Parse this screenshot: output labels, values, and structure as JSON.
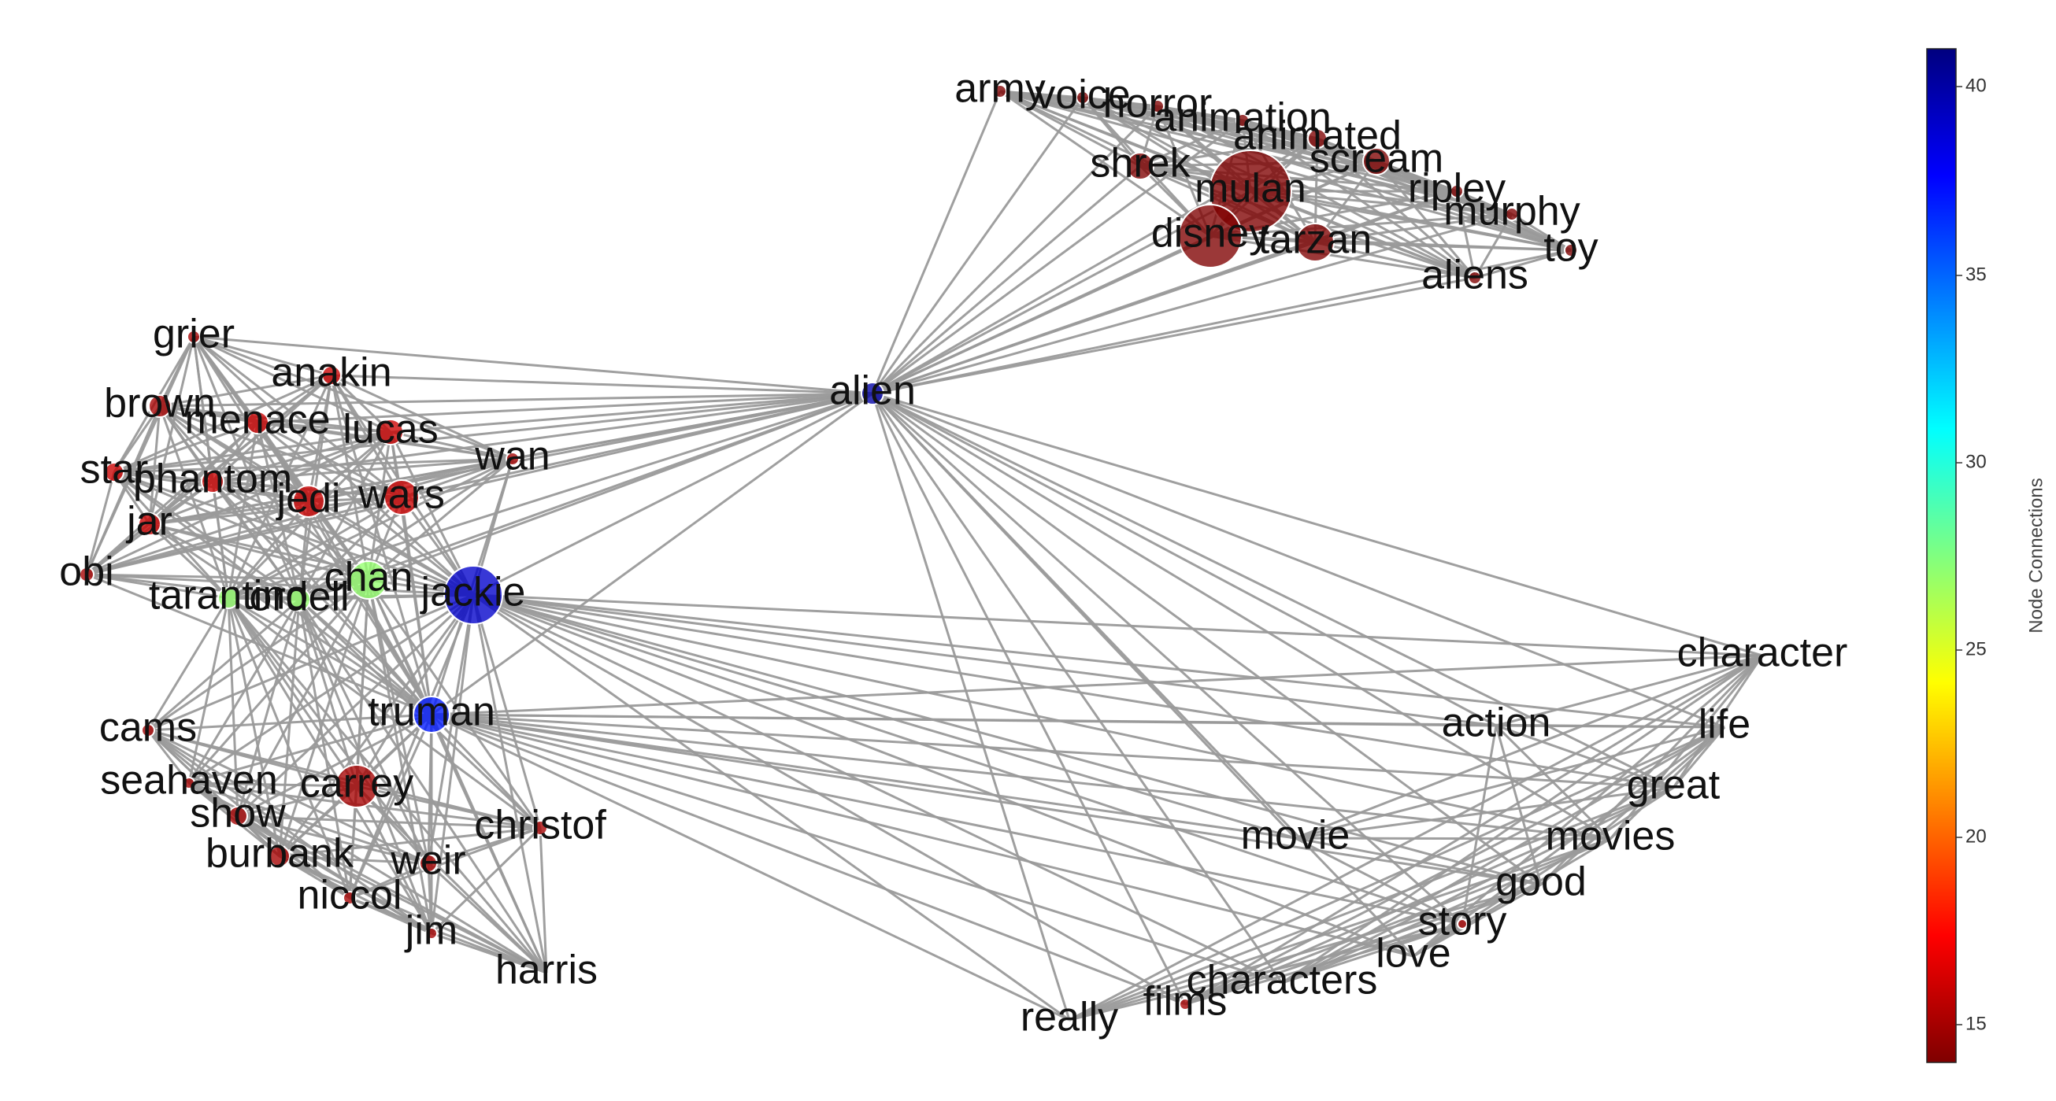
{
  "graph": {
    "edge_color": "#9a9a9a",
    "nodes": [
      {
        "id": "army",
        "label": "army",
        "connections": 14
      },
      {
        "id": "voice",
        "label": "voice",
        "connections": 14
      },
      {
        "id": "horror",
        "label": "horror",
        "connections": 14
      },
      {
        "id": "animation",
        "label": "animation",
        "connections": 14
      },
      {
        "id": "animated",
        "label": "animated",
        "connections": 14
      },
      {
        "id": "scream",
        "label": "scream",
        "connections": 14
      },
      {
        "id": "shrek",
        "label": "shrek",
        "connections": 14
      },
      {
        "id": "mulan",
        "label": "mulan",
        "connections": 14
      },
      {
        "id": "ripley",
        "label": "ripley",
        "connections": 14
      },
      {
        "id": "murphy",
        "label": "murphy",
        "connections": 14
      },
      {
        "id": "disney",
        "label": "disney",
        "connections": 14
      },
      {
        "id": "tarzan",
        "label": "tarzan",
        "connections": 14
      },
      {
        "id": "toy",
        "label": "toy",
        "connections": 14
      },
      {
        "id": "aliens",
        "label": "aliens",
        "connections": 14
      },
      {
        "id": "alien",
        "label": "alien",
        "connections": 40
      },
      {
        "id": "grier",
        "label": "grier",
        "connections": 15
      },
      {
        "id": "anakin",
        "label": "anakin",
        "connections": 16
      },
      {
        "id": "brown",
        "label": "brown",
        "connections": 15
      },
      {
        "id": "menace",
        "label": "menace",
        "connections": 16
      },
      {
        "id": "lucas",
        "label": "lucas",
        "connections": 16
      },
      {
        "id": "wan",
        "label": "wan",
        "connections": 15
      },
      {
        "id": "star",
        "label": "star",
        "connections": 16
      },
      {
        "id": "phantom",
        "label": "phantom",
        "connections": 16
      },
      {
        "id": "jedi",
        "label": "jedi",
        "connections": 16
      },
      {
        "id": "wars",
        "label": "wars",
        "connections": 16
      },
      {
        "id": "jar",
        "label": "jar",
        "connections": 16
      },
      {
        "id": "obi",
        "label": "obi",
        "connections": 15
      },
      {
        "id": "chan",
        "label": "chan",
        "connections": 27
      },
      {
        "id": "jackie",
        "label": "jackie",
        "connections": 39
      },
      {
        "id": "tarantino",
        "label": "tarantino",
        "connections": 27
      },
      {
        "id": "ordell",
        "label": "ordell",
        "connections": 27
      },
      {
        "id": "truman",
        "label": "truman",
        "connections": 37
      },
      {
        "id": "cams",
        "label": "cams",
        "connections": 15
      },
      {
        "id": "seahaven",
        "label": "seahaven",
        "connections": 15
      },
      {
        "id": "carrey",
        "label": "carrey",
        "connections": 15
      },
      {
        "id": "show",
        "label": "show",
        "connections": 15
      },
      {
        "id": "christof",
        "label": "christof",
        "connections": 15
      },
      {
        "id": "burbank",
        "label": "burbank",
        "connections": 15
      },
      {
        "id": "weir",
        "label": "weir",
        "connections": 15
      },
      {
        "id": "niccol",
        "label": "niccol",
        "connections": 15
      },
      {
        "id": "jim",
        "label": "jim",
        "connections": 15
      },
      {
        "id": "harris",
        "label": "harris",
        "connections": 15
      },
      {
        "id": "character",
        "label": "character",
        "connections": 15
      },
      {
        "id": "action",
        "label": "action",
        "connections": 15
      },
      {
        "id": "life",
        "label": "life",
        "connections": 15
      },
      {
        "id": "great",
        "label": "great",
        "connections": 15
      },
      {
        "id": "movie",
        "label": "movie",
        "connections": 15
      },
      {
        "id": "movies",
        "label": "movies",
        "connections": 15
      },
      {
        "id": "good",
        "label": "good",
        "connections": 15
      },
      {
        "id": "story",
        "label": "story",
        "connections": 15
      },
      {
        "id": "love",
        "label": "love",
        "connections": 15
      },
      {
        "id": "characters",
        "label": "characters",
        "connections": 15
      },
      {
        "id": "films",
        "label": "films",
        "connections": 15
      },
      {
        "id": "really",
        "label": "really",
        "connections": 15
      }
    ]
  },
  "colorbar": {
    "label": "Node Connections",
    "colormap": "jet",
    "range": [
      14,
      41
    ],
    "ticks": [
      "40",
      "35",
      "30",
      "25",
      "20",
      "15"
    ],
    "colors": [
      "#7f0000",
      "#ff0000",
      "#ff8000",
      "#ffff00",
      "#80ff80",
      "#00ffff",
      "#0080ff",
      "#0000ff",
      "#00007f"
    ]
  }
}
